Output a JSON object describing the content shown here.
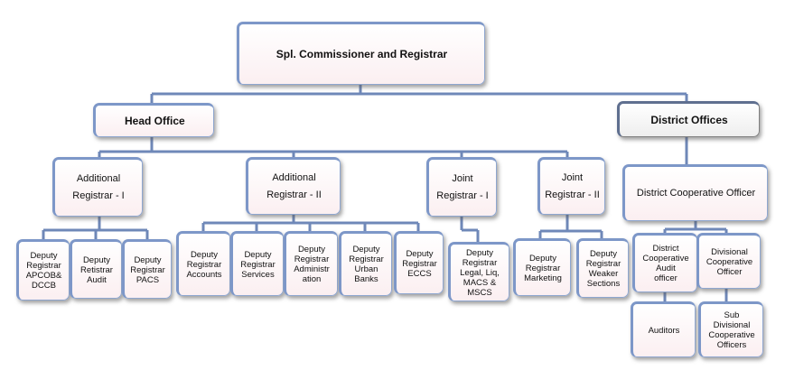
{
  "root": {
    "label": "Spl. Commissioner and  Registrar"
  },
  "head_office": {
    "label": "Head Office",
    "children": [
      {
        "label": "Additional\nRegistrar - I",
        "children": [
          "Deputy\nRegistrar\nAPCOB&\nDCCB",
          "Deputy\nRetistrar\nAudit",
          "Deputy\nRegistrar\nPACS"
        ]
      },
      {
        "label": "Additional\nRegistrar  - II",
        "children": [
          "Deputy\nRegistrar\nAccounts",
          "Deputy\nRegistrar\nServices",
          "Deputy\nRegistrar\nAdministr\nation",
          "Deputy\nRegistrar\nUrban\nBanks",
          "Deputy\nRegistrar\nECCS"
        ]
      },
      {
        "label": "Joint\nRegistrar - I",
        "children": [
          "Deputy\nRegistrar\nLegal, Liq,\nMACS &\nMSCS"
        ]
      },
      {
        "label": "Joint\nRegistrar  - II",
        "children": [
          "Deputy\nRegistrar\nMarketing",
          "Deputy\nRegistrar\nWeaker\nSections"
        ]
      }
    ]
  },
  "district_offices": {
    "label": "District  Offices",
    "officer": {
      "label": "District  Cooperative Officer"
    },
    "children": [
      {
        "label": "District\nCooperative\nAudit\nofficer",
        "child": "Auditors"
      },
      {
        "label": "Divisional\nCooperative\nOfficer",
        "child": "Sub\nDivisional\nCooperative\nOfficers"
      }
    ]
  }
}
